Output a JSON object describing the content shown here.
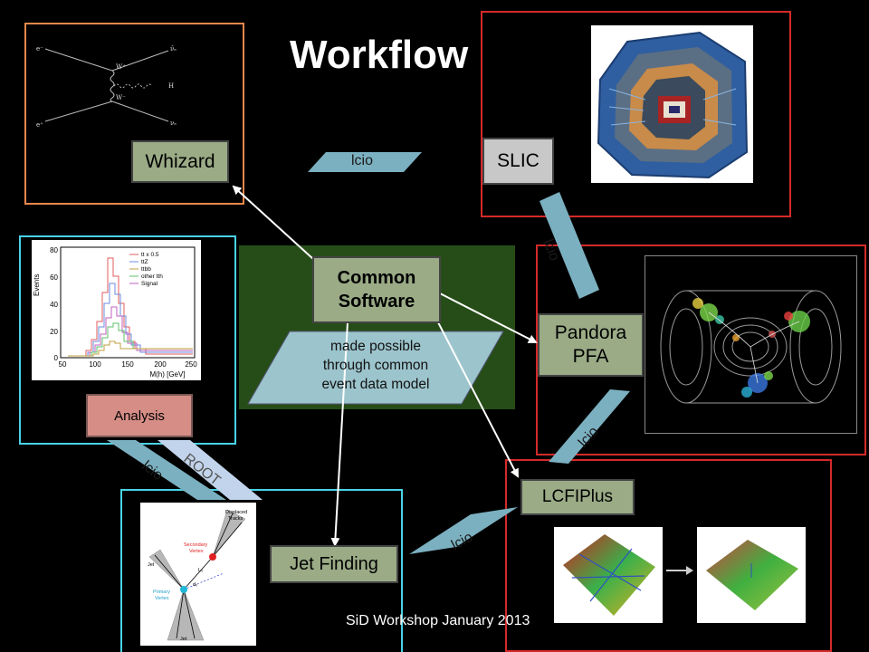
{
  "slide": {
    "title": "Workflow",
    "footer": "SiD Workshop January 2013"
  },
  "nodes": {
    "whizard": "Whizard",
    "slic": "SLIC",
    "common_software": [
      "Common",
      "Software"
    ],
    "pandora": [
      "Pandora",
      "PFA"
    ],
    "analysis": "Analysis",
    "lcfiplus": "LCFIPlus",
    "jet_finding": "Jet Finding"
  },
  "note": [
    "made possible",
    "through common",
    "event data model"
  ],
  "connectors": {
    "lcio_top": "lcio",
    "lcio_slic_pandora": "lcio",
    "lcio_pandora_lcfi": "lcio",
    "lcio_lcfi_jet": "lcio",
    "lcio_analysis": "lcio",
    "root_analysis": "ROOT"
  },
  "feynman": {
    "labels": [
      "e⁻",
      "e⁺",
      "W⁺",
      "W⁻",
      "H",
      "ν̄ₑ",
      "νₑ"
    ]
  },
  "histogram": {
    "ylabel": "Events",
    "xlabel": "M(h) [GeV]",
    "yticks": [
      "80",
      "60",
      "40",
      "20",
      "0"
    ],
    "xticks": [
      "50",
      "100",
      "150",
      "200",
      "250"
    ],
    "legend": [
      "tt x 0.5",
      "ttZ",
      "ttbb",
      "other tth",
      "Signal"
    ],
    "colors": {
      "tt": "#e05c5c",
      "ttZ": "#6a8de0",
      "ttbb": "#c0a040",
      "other": "#5cc06a",
      "signal": "#c060c0"
    }
  },
  "vertex_diagram": {
    "labels": [
      "Displaced",
      "Tracks",
      "Secondary",
      "Vertex",
      "Jet",
      "Primary",
      "Vertex",
      "L₀",
      "d₀",
      "Jet"
    ]
  },
  "colors": {
    "frame_orange": "#e8874a",
    "frame_red": "#d42a2a",
    "frame_cyan": "#49d3e6",
    "common_bg": "#264d18",
    "lcio_fill": "#7bb0c0",
    "root_fill": "#c2d4ec"
  }
}
